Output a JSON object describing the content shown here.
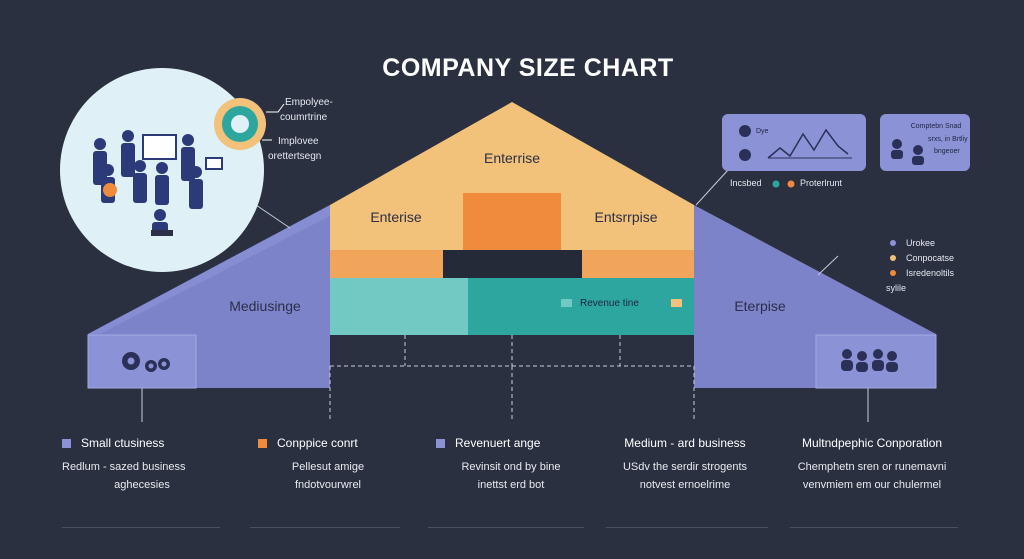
{
  "title": "COMPANY SIZE CHART",
  "pyramid": {
    "top_label": "Enterrise",
    "left_upper_label": "Enterise",
    "right_upper_label": "Entsrrpise",
    "left_wing_label": "Mediusinge",
    "right_wing_label": "Eterpise",
    "revenue_label": "Revenue tine"
  },
  "circle_callouts": {
    "line1": "Empolyee-",
    "line2": "coumrtrine",
    "line3": "Implovee",
    "line4": "orettertsegn"
  },
  "top_card": {
    "legend_a": "Incsbed",
    "legend_b": "Proterlrunt",
    "mini_label": "Dye"
  },
  "small_card": {
    "line1": "Comptebn Snad",
    "line2": "srxs, in Brtliy",
    "line3": "bngeoer"
  },
  "right_legend": {
    "items": [
      {
        "label": "Urokee",
        "color": "#8b93d6"
      },
      {
        "label": "Conpocatse",
        "color": "#f2c27a"
      },
      {
        "label": "Isredenoltils",
        "color": "#f08a3c"
      }
    ],
    "extra": "sylile"
  },
  "columns": [
    {
      "title": "Small ctusiness",
      "text1": "Redlum - sazed business",
      "text2": "aghecesies",
      "color": "#8b93d6"
    },
    {
      "title": "Conppice conrt",
      "text1": "Pellesut amige",
      "text2": "fndotvourwrel",
      "color": "#f08a3c"
    },
    {
      "title": "Revenuert ange",
      "text1": "Revinsit ond by bine",
      "text2": "inettst erd bot",
      "color": "#8b93d6"
    },
    {
      "title": "Medium - ard business",
      "text1": "USdv the serdir strogents",
      "text2": "notvest ernoelrime",
      "color": ""
    },
    {
      "title": "Multndpephic Conporation",
      "text1": "Chemphetn sren or runemavni",
      "text2": "venvmiem em our chulermel",
      "color": ""
    }
  ],
  "colors": {
    "background": "#2a3040",
    "orange": "#f08a3c",
    "peach": "#f2c27a",
    "teal": "#2ea6a0",
    "teal_light": "#72c8c2",
    "periwinkle": "#8b93d6",
    "panel": "#7c83c9"
  }
}
